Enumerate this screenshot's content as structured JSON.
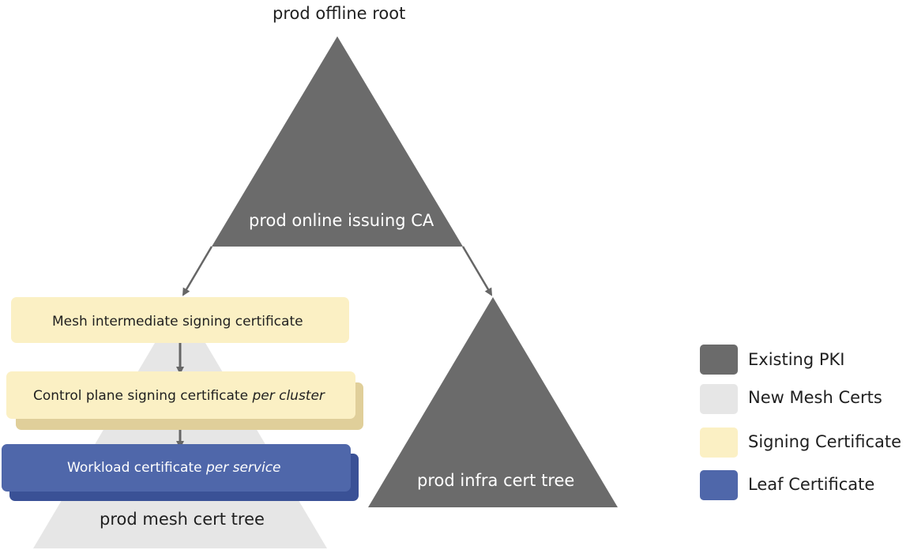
{
  "title": "prod offline root",
  "nodes": {
    "online_ca": "prod online issuing CA",
    "infra_tree": "prod infra cert tree",
    "mesh_tree": "prod mesh cert tree",
    "mesh_intermediate": "Mesh intermediate signing certificate",
    "control_plane": {
      "text": "Control plane signing certificate ",
      "emphasis": "per cluster"
    },
    "workload": {
      "text": "Workload certificate ",
      "emphasis": "per service"
    }
  },
  "legend": [
    {
      "label": "Existing PKI",
      "color": "#6b6b6b"
    },
    {
      "label": "New Mesh Certs",
      "color": "#e6e6e6"
    },
    {
      "label": "Signing Certificate",
      "color": "#fbf0c4"
    },
    {
      "label": "Leaf Certificate",
      "color": "#4f67aa"
    }
  ],
  "colors": {
    "existing_pki": "#6b6b6b",
    "new_mesh": "#e6e6e6",
    "signing": "#fbf0c4",
    "leaf": "#4f67aa",
    "arrow": "#666666"
  }
}
